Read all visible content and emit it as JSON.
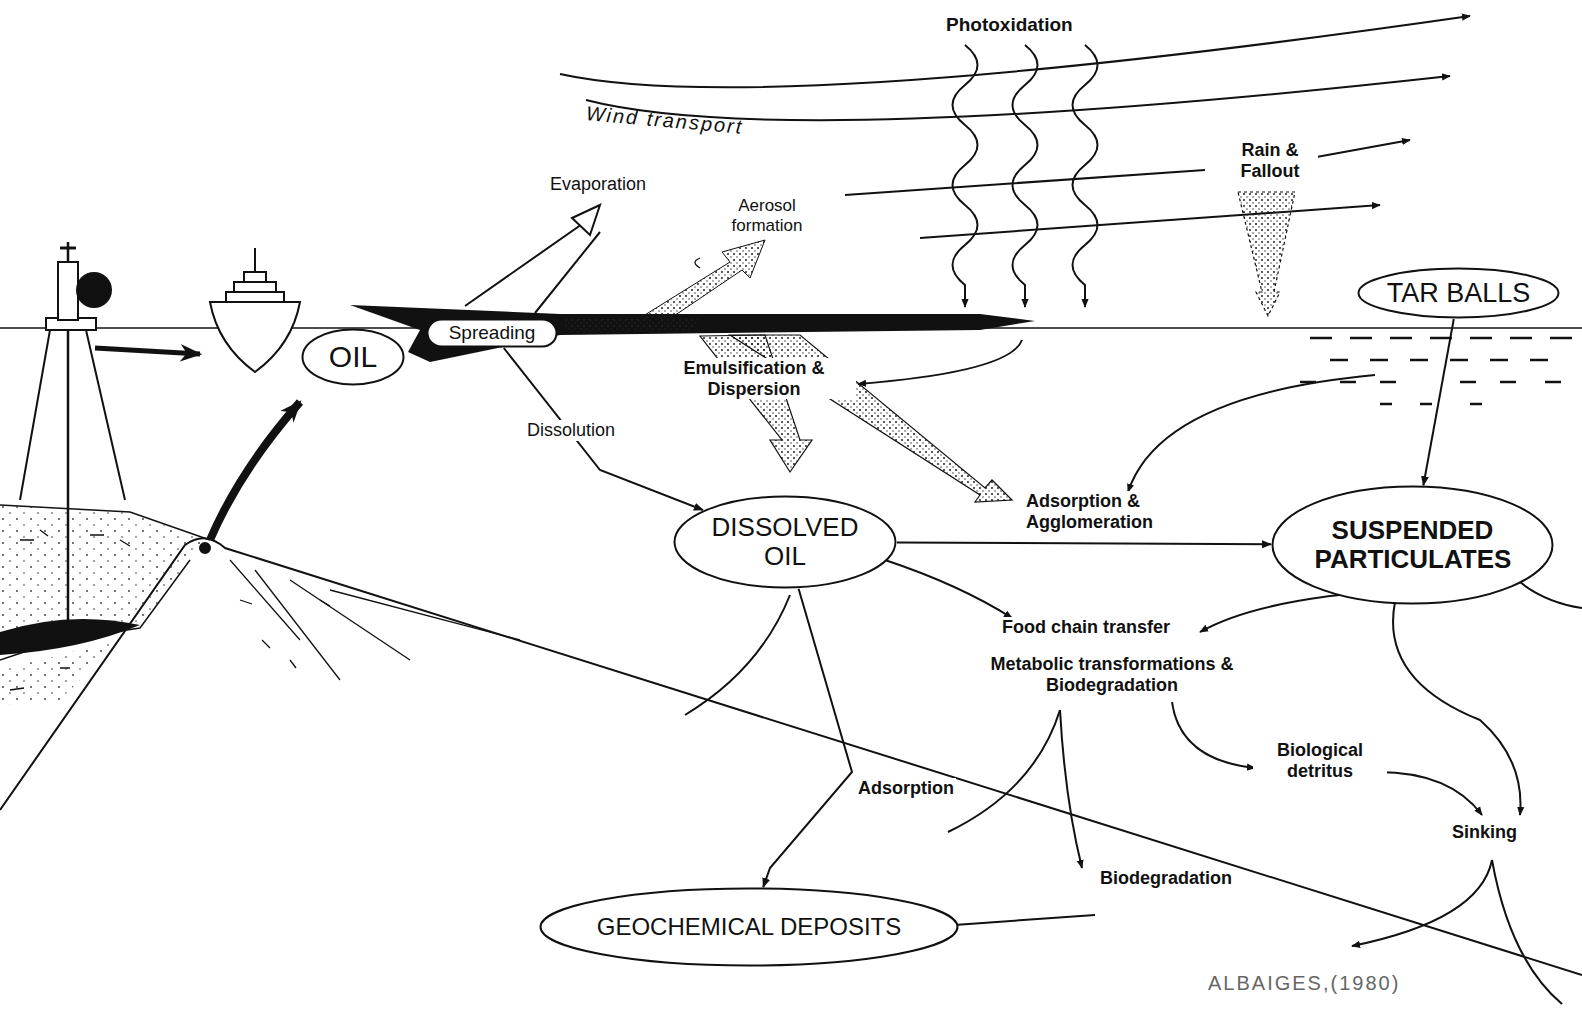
{
  "diagram": {
    "nodes": [
      {
        "text": [
          "TAR BALLS"
        ]
      },
      {
        "text": [
          "OIL"
        ]
      },
      {
        "text": [
          "Spreading"
        ]
      },
      {
        "text": [
          "DISSOLVED OIL"
        ]
      },
      {
        "text": [
          "SUSPENDED PARTICULATES"
        ]
      },
      {
        "text": [
          "GEOCHEMICAL DEPOSITS"
        ]
      }
    ],
    "edges": [
      {
        "from": 2,
        "to": 3,
        "label": "Dissolution",
        "arrow": "to"
      },
      {
        "from": 3,
        "to": 4,
        "label": "Adsorption & Agglomeration",
        "arrow": "to"
      },
      {
        "from": 0,
        "to": 4,
        "arrow": "to"
      },
      {
        "from": 3,
        "to": 5,
        "label": "Adsorption",
        "arrow": "to"
      }
    ],
    "labels": [
      "Photoxidation",
      "Wind transport",
      "Evaporation",
      "Aerosol formation",
      "Rain & Fallout",
      "Emulsification & Dispersion",
      "Food chain transfer",
      "Metabolic transformations & Biodegradation",
      "Biological detritus",
      "Sinking",
      "Biodegradation",
      "ALBAIGES,(1980)"
    ]
  }
}
